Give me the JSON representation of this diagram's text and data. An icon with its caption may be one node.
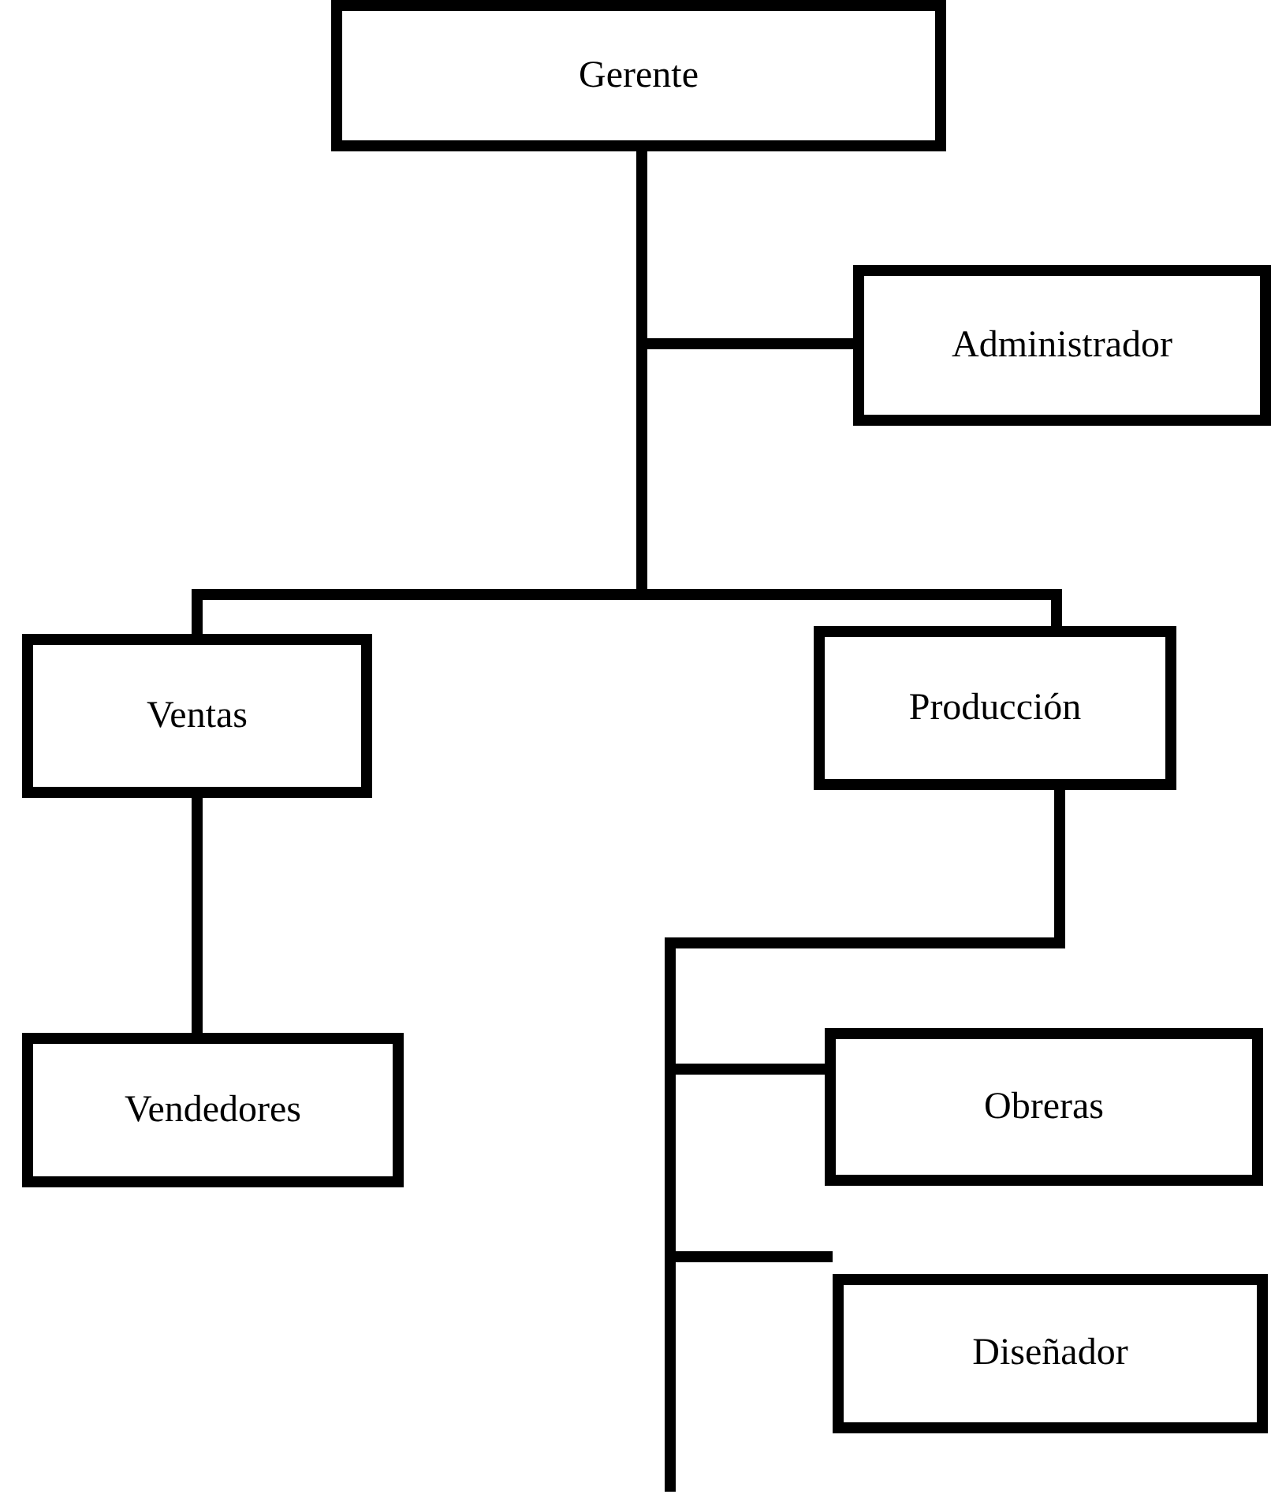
{
  "diagram": {
    "nodes": [
      {
        "text": [
          "Gerente"
        ]
      },
      {
        "text": [
          "Administrador"
        ]
      },
      {
        "text": [
          "Ventas"
        ]
      },
      {
        "text": [
          "Producción"
        ]
      },
      {
        "text": [
          "Vendedores"
        ]
      },
      {
        "text": [
          "Obreras"
        ]
      },
      {
        "text": [
          "Diseñador"
        ]
      }
    ],
    "edges": [
      {
        "from": 0,
        "to": 1,
        "arrow": "none"
      },
      {
        "from": 0,
        "to": 2,
        "arrow": "none"
      },
      {
        "from": 0,
        "to": 3,
        "arrow": "none"
      },
      {
        "from": 2,
        "to": 4,
        "arrow": "none"
      },
      {
        "from": 3,
        "to": 5,
        "arrow": "none"
      },
      {
        "from": 3,
        "to": 6,
        "arrow": "none"
      }
    ]
  }
}
